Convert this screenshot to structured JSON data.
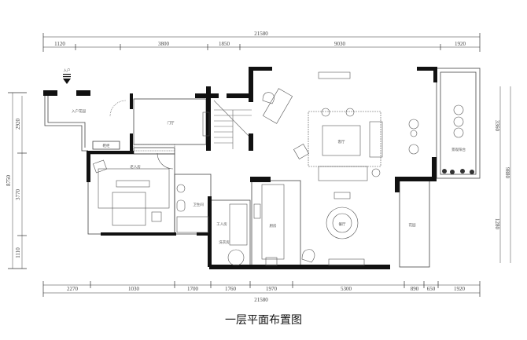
{
  "title": "一层平面布置图",
  "dimensions": {
    "top_total": "21580",
    "top": [
      "1120",
      "3800",
      "1850",
      "9030",
      "1920"
    ],
    "bottom": [
      "2270",
      "1030",
      "1700",
      "1760",
      "1970",
      "5300",
      "890",
      "650",
      "1920"
    ],
    "bottom_total": "21580",
    "left_total": "8750",
    "left": [
      "2920",
      "3770",
      "1110"
    ],
    "right": [
      "3360",
      "1280"
    ],
    "right_total": "9880"
  },
  "entrance_label": "入户",
  "rooms": {
    "entry_garden": "入户花园",
    "foyer": "门厅",
    "shoe_cabinet": "鞋柜",
    "bedroom": "老人房",
    "bathroom": "卫生间",
    "servant": "工人房",
    "laundry": "洗衣房",
    "kitchen": "厨房",
    "living": "客厅",
    "dining": "餐厅",
    "balcony": "景观阳台",
    "garden": "花园"
  },
  "colors": {
    "wall": "#111111",
    "line": "#555555"
  }
}
